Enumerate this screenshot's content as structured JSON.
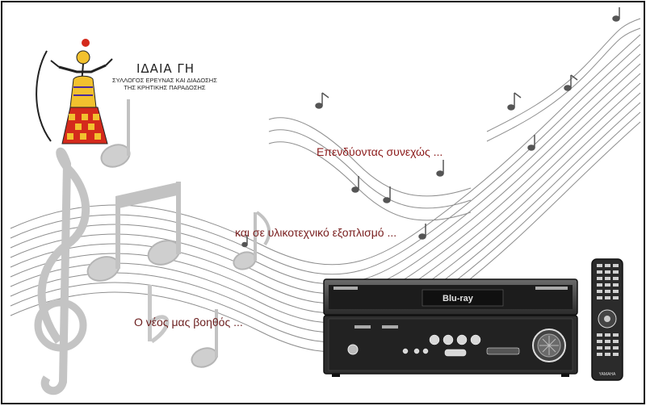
{
  "logo": {
    "title": "ΙΔΑΙΑ ΓΗ",
    "subtitle_line1": "ΣΥΛΛΟΓΟΣ ΕΡΕΥΝΑΣ ΚΑΙ ΔΙΑΔΟΣΗΣ",
    "subtitle_line2": "ΤΗΣ ΚΡΗΤΙΚΗΣ ΠΑΡΑΔΟΣΗΣ"
  },
  "captions": {
    "line1": "Επενδύοντας συνεχώς ...",
    "line2": "και σε υλικοτεχνικό εξοπλισμό ...",
    "line3": "Ο νέος μας βοηθός ..."
  },
  "receiver": {
    "display_text": "Blu-ray",
    "colors": {
      "body": "#3a3a3a",
      "panel": "#1c1c1c",
      "trim": "#bdbdbd"
    }
  },
  "remote": {
    "brand_label": "YAMAHA"
  },
  "colors": {
    "caption": "#8b1a1a",
    "staff_lines": "#9a9a9a",
    "notes": "#c9c9c9",
    "logo_red": "#d42a1c",
    "logo_yellow": "#f2c12e"
  },
  "icons": [
    "treble-clef-icon",
    "music-note-icon",
    "flat-sign-icon",
    "power-knob-icon",
    "volume-knob-icon"
  ]
}
